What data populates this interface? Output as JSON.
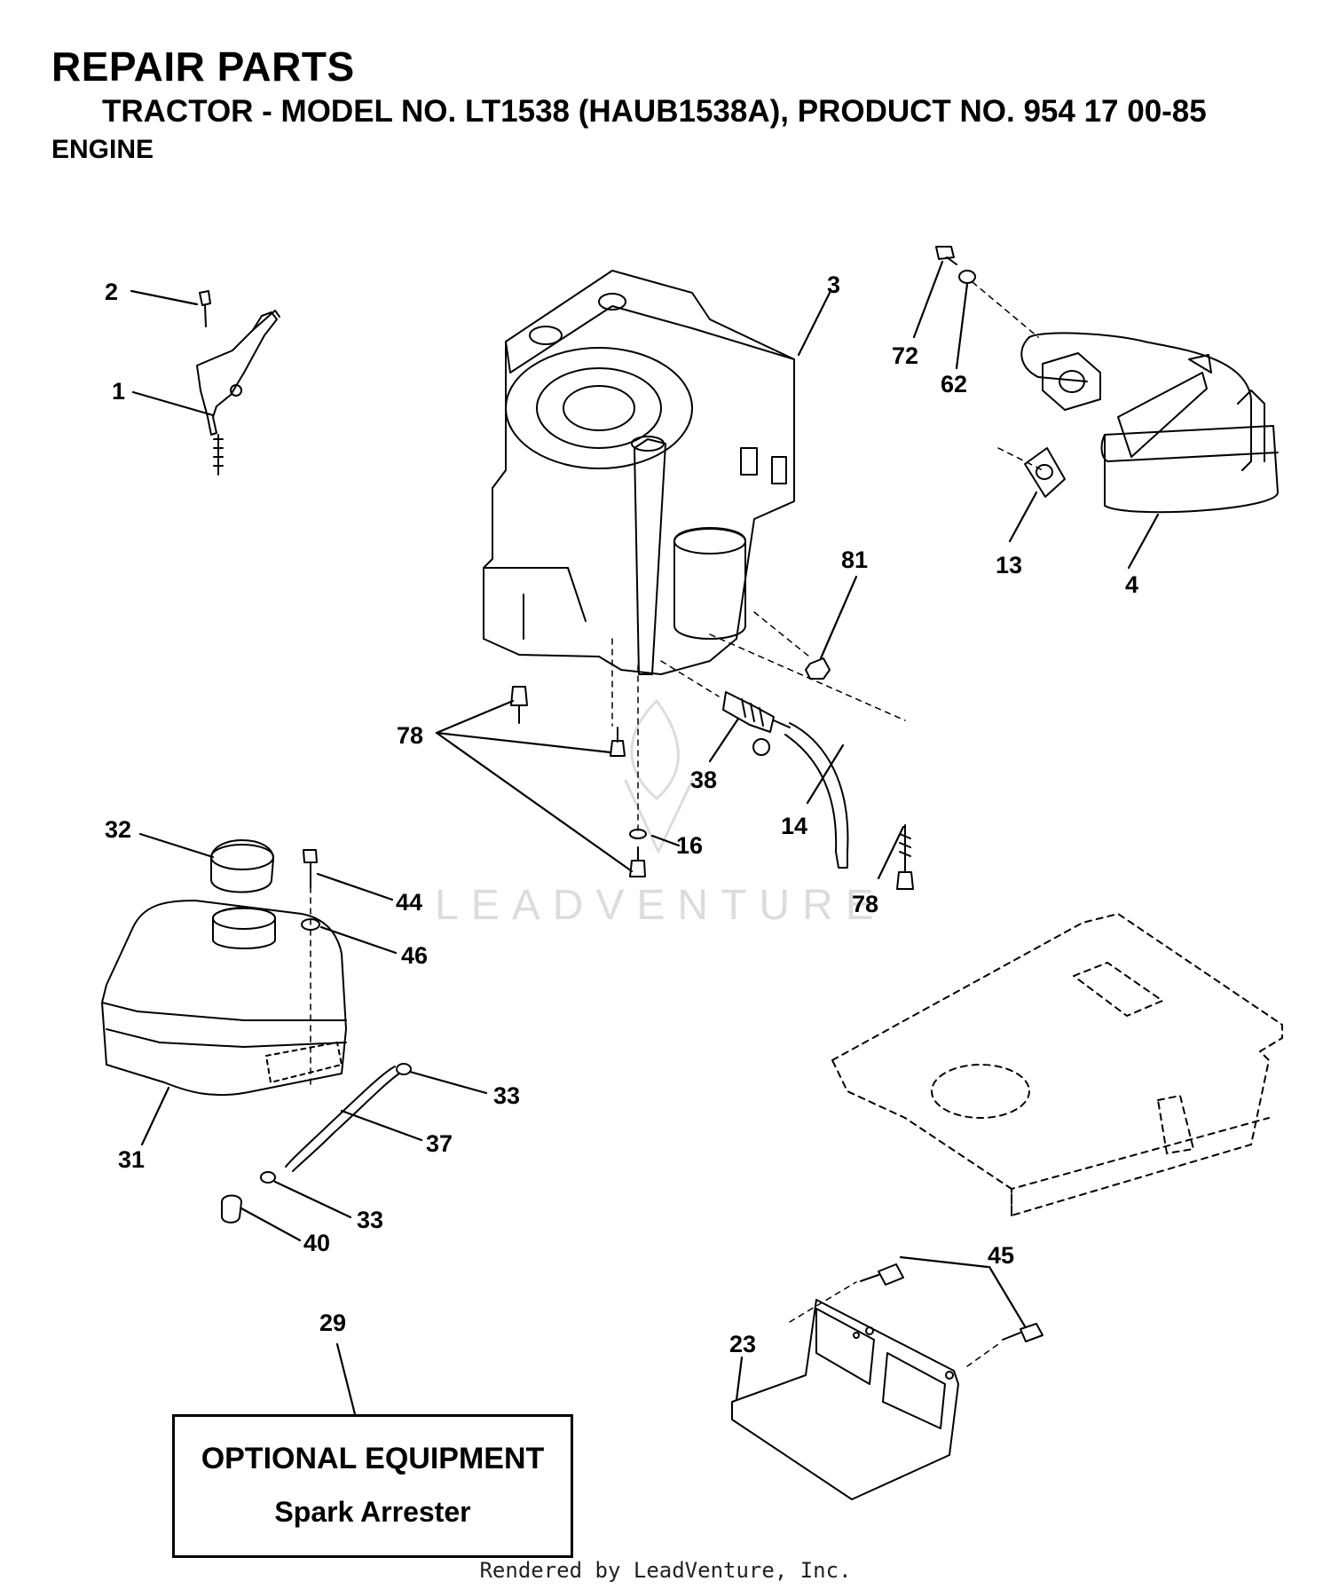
{
  "header": {
    "title": "REPAIR PARTS",
    "subtitle": "TRACTOR - MODEL NO. LT1538 (HAUB1538A), PRODUCT NO. 954 17 00-85",
    "section": "ENGINE"
  },
  "callouts": {
    "p1": "1",
    "p2": "2",
    "p3": "3",
    "p4": "4",
    "p13": "13",
    "p14": "14",
    "p16": "16",
    "p23": "23",
    "p29": "29",
    "p31": "31",
    "p32": "32",
    "p33a": "33",
    "p33b": "33",
    "p37": "37",
    "p38": "38",
    "p40": "40",
    "p44": "44",
    "p45": "45",
    "p46": "46",
    "p62": "62",
    "p72": "72",
    "p78a": "78",
    "p78b": "78",
    "p81": "81"
  },
  "optional_box": {
    "heading": "OPTIONAL EQUIPMENT",
    "item": "Spark Arrester"
  },
  "watermark": "LEADVENTURE",
  "footer": "Rendered by LeadVenture, Inc."
}
